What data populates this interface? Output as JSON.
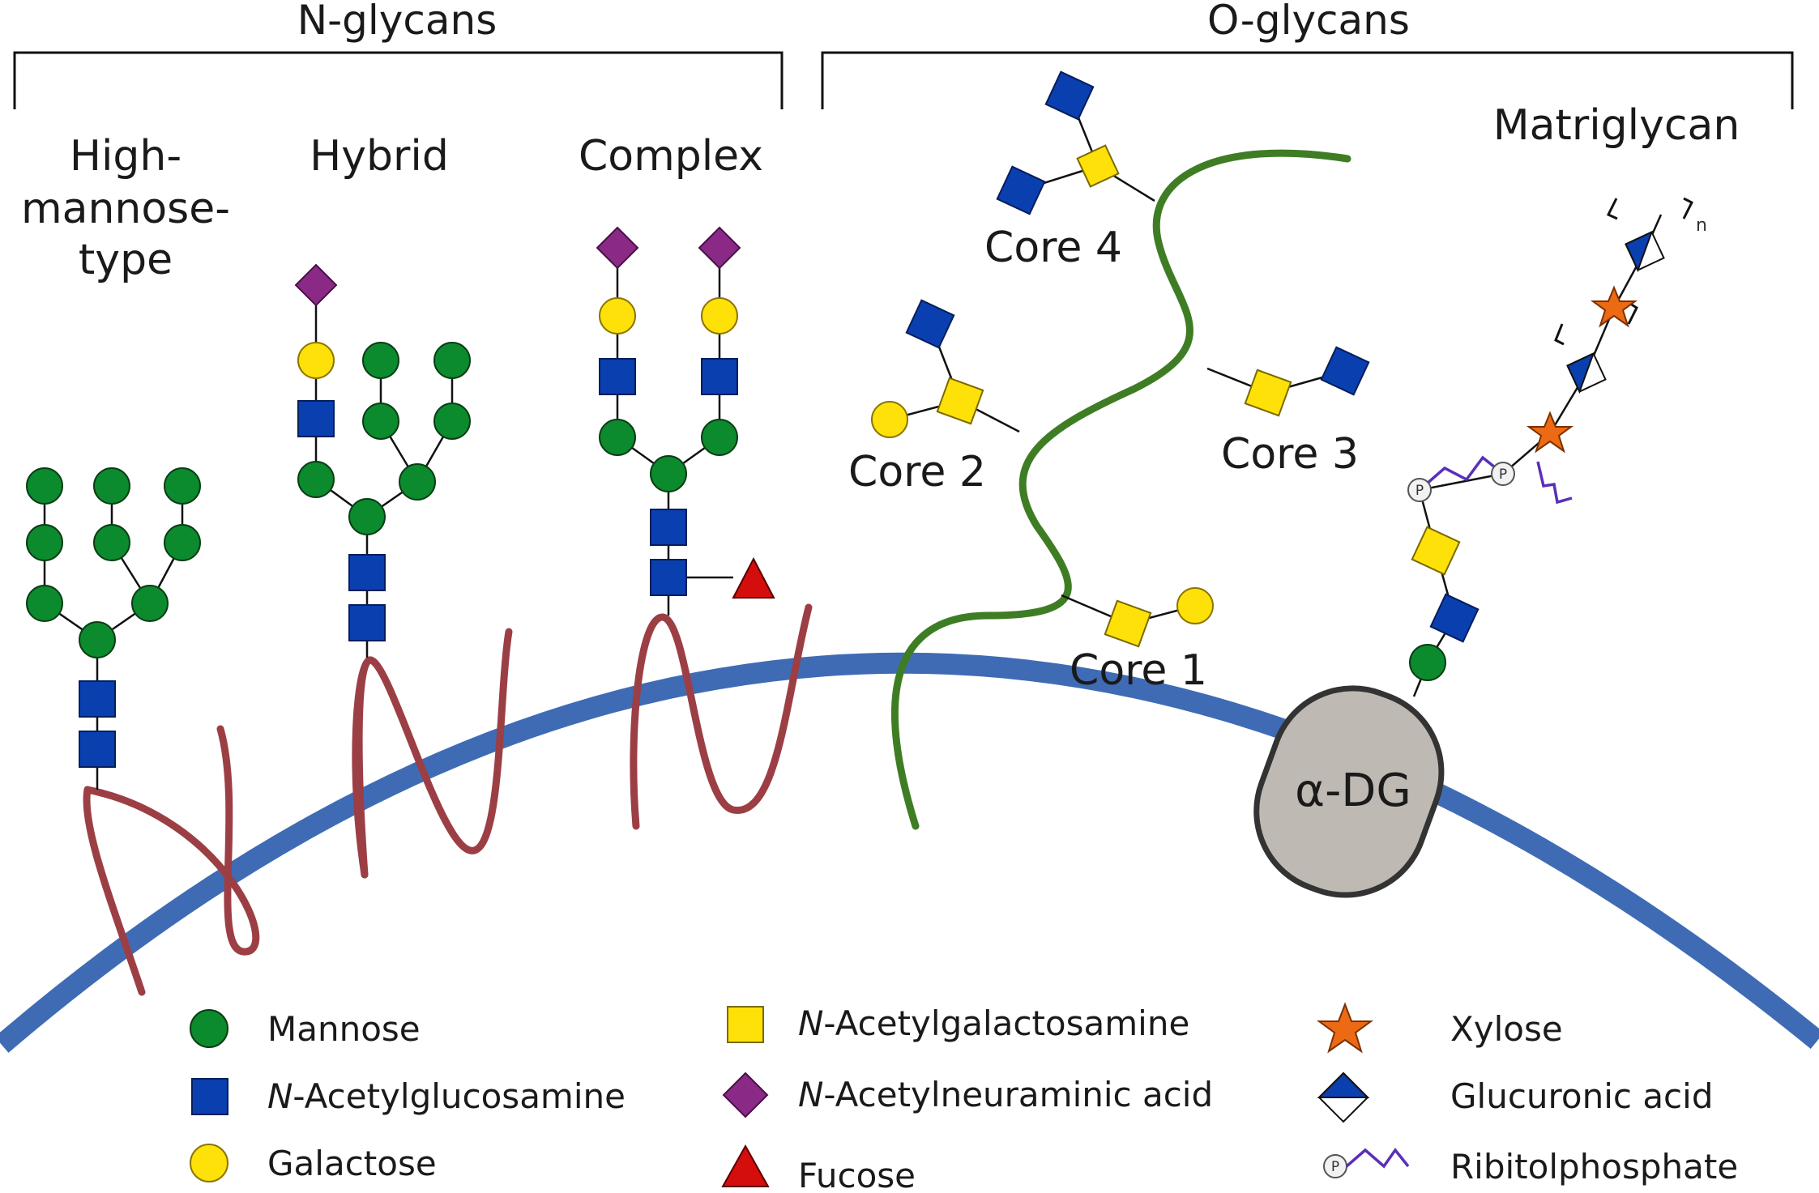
{
  "headers": {
    "n_glycans": "N-glycans",
    "o_glycans": "O-glycans"
  },
  "n_types": {
    "high_mannose_l1": "High-",
    "high_mannose_l2": "mannose-",
    "high_mannose_l3": "type",
    "hybrid": "Hybrid",
    "complex": "Complex"
  },
  "o_types": {
    "matriglycan": "Matriglycan",
    "core1": "Core 1",
    "core2": "Core 2",
    "core3": "Core 3",
    "core4": "Core 4"
  },
  "protein": {
    "alpha_dg": "α-DG"
  },
  "repeat": {
    "n": "n"
  },
  "phosphate": {
    "p": "P"
  },
  "legend": {
    "mannose": "Mannose",
    "glcnac_prefix": "N",
    "glcnac_rest": "-Acetylglucosamine",
    "galactose": "Galactose",
    "galnac_prefix": "N",
    "galnac_rest": "-Acetylgalactosamine",
    "neu_prefix": "N",
    "neu_rest": "-Acetylneuraminic acid",
    "fucose": "Fucose",
    "xylose": "Xylose",
    "glucuronic": "Glucuronic acid",
    "ribitol": "Ribitolphosphate"
  },
  "colors": {
    "mannose": "#0b8a2e",
    "glcnac": "#0a3fb0",
    "galactose": "#ffe10a",
    "neu5ac": "#8a2a86",
    "fucose": "#d40d0d",
    "xylose": "#ec6a14",
    "membrane": "#3f6bb5",
    "n_peptide": "#9c3f45",
    "o_chain": "#3e7d24",
    "alpha_dg": "#bfb9b3"
  }
}
